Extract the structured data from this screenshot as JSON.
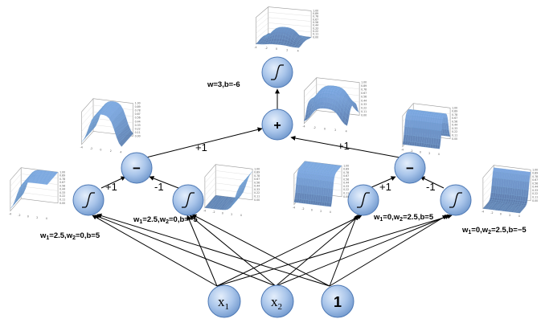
{
  "nodes": {
    "x1": {
      "label": "x",
      "sub": "1"
    },
    "x2": {
      "label": "x",
      "sub": "2"
    },
    "bias": {
      "label": "1"
    },
    "sum": {
      "label": "+"
    },
    "minus_left": {
      "label": "−"
    },
    "minus_right": {
      "label": "−"
    }
  },
  "weights": {
    "left_plus": "+1",
    "left_minus": "-1",
    "right_plus": "+1",
    "right_minus": "-1",
    "to_sum_left": "+1",
    "to_sum_right": "+1"
  },
  "params": {
    "output": "w=3,b=-6",
    "s1_prefix": "w",
    "s1_eq1": "=2.5,w",
    "s1_eq2": "=0,b=5",
    "s2_prefix": "w",
    "s2_eq1": "=2.5,w",
    "s2_eq2": "=0,b=−5",
    "s3_prefix": "w",
    "s3_eq1": "=0,w",
    "s3_eq2": "=2.5,b=5",
    "s4_prefix": "w",
    "s4_eq1": "=0,w",
    "s4_eq2": "=2.5,b=−5",
    "sub1": "1",
    "sub2": "2"
  },
  "plot_ticks": {
    "z": [
      "1.00",
      "0.89",
      "0.78",
      "0.67",
      "0.56",
      "0.44",
      "0.33",
      "0.22",
      "0.11",
      "0.00"
    ],
    "x": [
      "-4",
      "-2",
      "0",
      "2",
      "4"
    ]
  },
  "colors": {
    "node_light": "#cfe0f5",
    "node_dark": "#6f97cc",
    "node_stroke": "#4e79b5",
    "surface": "#8fb8de",
    "surface_edge": "#5a8fc4"
  }
}
